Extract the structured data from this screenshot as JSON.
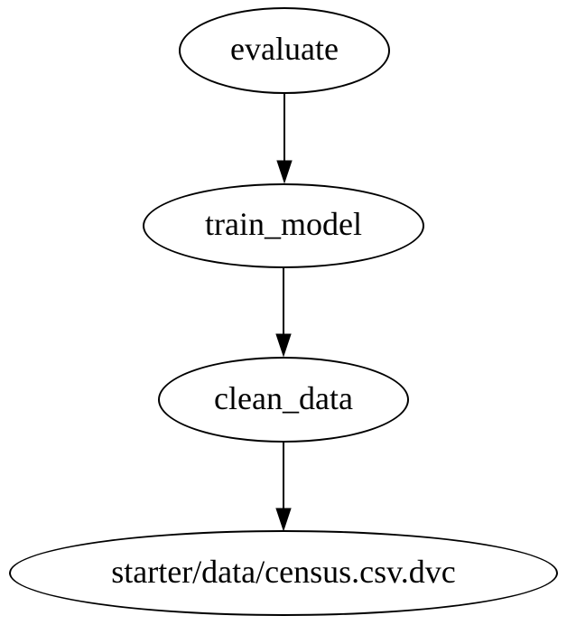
{
  "diagram": {
    "type": "directed-graph",
    "direction": "top-to-bottom",
    "nodes": [
      {
        "id": "evaluate",
        "label": "evaluate",
        "shape": "ellipse"
      },
      {
        "id": "train_model",
        "label": "train_model",
        "shape": "ellipse"
      },
      {
        "id": "clean_data",
        "label": "clean_data",
        "shape": "ellipse"
      },
      {
        "id": "starter_data_census_csv_dvc",
        "label": "starter/data/census.csv.dvc",
        "shape": "ellipse"
      }
    ],
    "edges": [
      {
        "from": "evaluate",
        "to": "train_model",
        "arrowhead": "filled-triangle"
      },
      {
        "from": "train_model",
        "to": "clean_data",
        "arrowhead": "filled-triangle"
      },
      {
        "from": "clean_data",
        "to": "starter_data_census_csv_dvc",
        "arrowhead": "filled-triangle"
      }
    ],
    "colors": {
      "background": "#ffffff",
      "node_fill": "#ffffff",
      "node_stroke": "#000000",
      "edge_stroke": "#000000",
      "text": "#000000"
    }
  }
}
